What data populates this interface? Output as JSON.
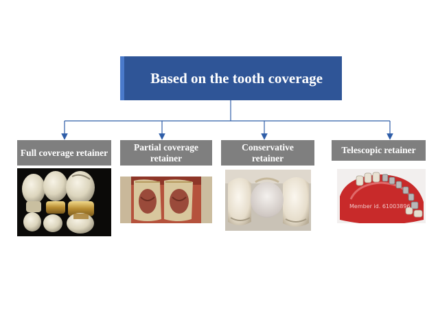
{
  "diagram": {
    "root": {
      "label": "Based on the tooth coverage"
    },
    "children": [
      {
        "label": "Full coverage retainer",
        "image": "dental-crown-bridge-photo"
      },
      {
        "label": "Partial coverage retainer",
        "image": "partial-coverage-crown-photo"
      },
      {
        "label": "Conservative retainer",
        "image": "ceramic-bridge-photo"
      },
      {
        "label": "Telescopic retainer",
        "image": "telescopic-denture-model-photo"
      }
    ]
  },
  "watermark": "Member id. 61003896",
  "colors": {
    "title_bg": "#2f5597",
    "label_bg": "#7f7f7f",
    "connector": "#2e5da8"
  }
}
